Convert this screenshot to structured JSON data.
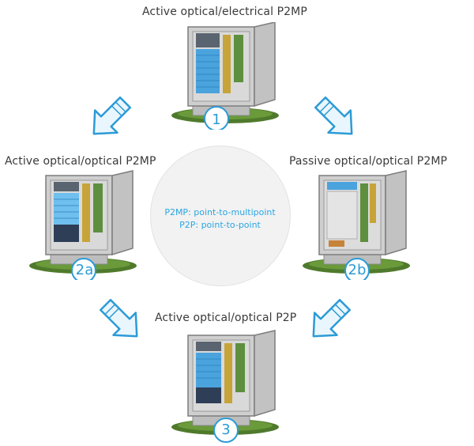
{
  "nodes": [
    {
      "id": "1",
      "label": "Active optical/electrical P2MP",
      "badge": "1",
      "variant": "active-electrical"
    },
    {
      "id": "2a",
      "label": "Active optical/optical P2MP",
      "badge": "2a",
      "variant": "active-optical"
    },
    {
      "id": "2b",
      "label": "Passive optical/optical P2MP",
      "badge": "2b",
      "variant": "passive"
    },
    {
      "id": "3",
      "label": "Active optical/optical P2P",
      "badge": "3",
      "variant": "active-p2p"
    }
  ],
  "legend": {
    "line1": "P2MP: point-to-multipoint",
    "line2": "P2P: point-to-point"
  },
  "colors": {
    "arrow_fill": "#eaf6fd",
    "arrow_stroke": "#2c9bd6",
    "legend_text": "#2aa6df",
    "grass": "#4f7a2c",
    "cabinet_body": "#c9c9c9",
    "rack_blue": "#4aa3dd"
  }
}
